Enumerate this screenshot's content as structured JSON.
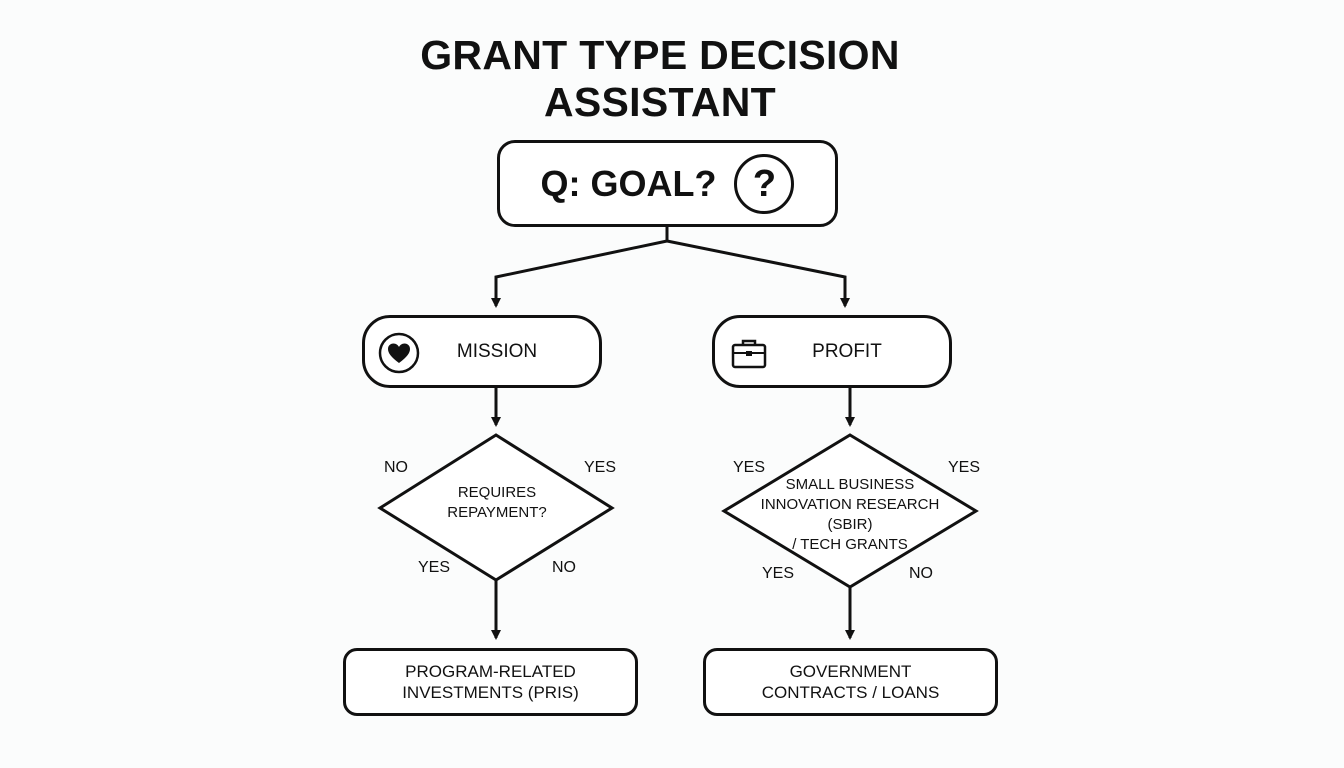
{
  "title": "GRANT TYPE DECISION ASSISTANT",
  "question": {
    "text": "Q: GOAL?",
    "icon": "question-mark-icon",
    "symbol": "?"
  },
  "branches": {
    "mission": {
      "label": "MISSION",
      "icon": "heart-icon"
    },
    "profit": {
      "label": "PROFIT",
      "icon": "briefcase-icon"
    }
  },
  "decisions": {
    "left": {
      "lines": [
        "REQUIRES",
        "REPAYMENT?"
      ]
    },
    "right": {
      "lines": [
        "SMALL BUSINESS",
        "INNOVATION RESEARCH",
        "(SBIR)",
        "/ TECH GRANTS"
      ]
    }
  },
  "edge_labels": {
    "left_top_left": "NO",
    "left_top_right": "YES",
    "left_bottom_left": "YES",
    "left_bottom_right": "NO",
    "right_top_left": "YES",
    "right_top_right": "YES",
    "right_bottom_left": "YES",
    "right_bottom_right": "NO"
  },
  "results": {
    "left": {
      "lines": [
        "PROGRAM-RELATED",
        "INVESTMENTS (PRIS)"
      ]
    },
    "right": {
      "lines": [
        "GOVERNMENT",
        "CONTRACTS / LOANS"
      ]
    }
  },
  "colors": {
    "stroke": "#111111",
    "background": "#fbfcfc",
    "fill": "#ffffff"
  }
}
